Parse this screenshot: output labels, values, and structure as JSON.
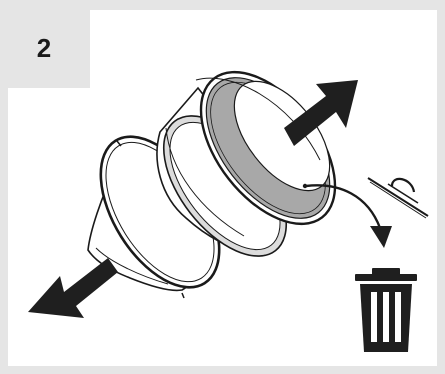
{
  "step": {
    "number": "2"
  },
  "colors": {
    "frame": "#e5e5e5",
    "background": "#ffffff",
    "line": "#1a1a1a",
    "filter_fill": "#a8a8a8",
    "arrow": "#1f1f1f"
  },
  "icons": [
    "disc-filter",
    "filter-ring",
    "grease-filter-fabric",
    "trash-bin",
    "pull-arrow",
    "curved-arrow",
    "lid-with-handle"
  ]
}
